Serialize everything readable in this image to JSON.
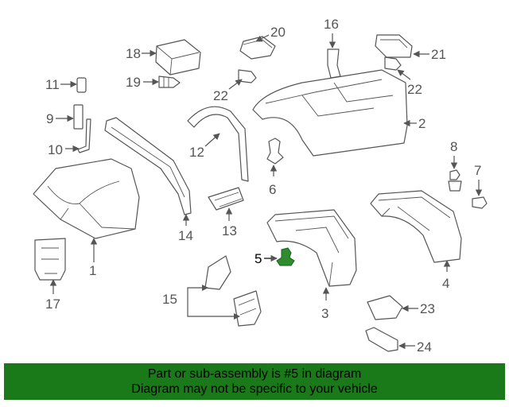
{
  "diagram": {
    "callouts": [
      "1",
      "2",
      "3",
      "4",
      "5",
      "6",
      "7",
      "8",
      "9",
      "10",
      "11",
      "12",
      "13",
      "14",
      "15",
      "16",
      "17",
      "18",
      "19",
      "20",
      "21",
      "22",
      "22",
      "23",
      "24"
    ],
    "highlight_color": "#2e8b2e",
    "line_color": "#555555"
  },
  "banner": {
    "line1": "Part or sub-assembly is #5 in diagram",
    "line2": "Diagram may not be specific to your vehicle",
    "background": "#1a7a1a"
  }
}
